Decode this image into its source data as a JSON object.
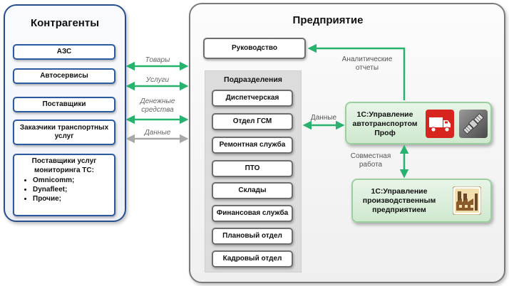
{
  "colors": {
    "left_border": "#274e8c",
    "right_border": "#7a7a7a",
    "green_arrow": "#27b36e",
    "gray_arrow": "#a8a8a8",
    "software_box_fill": "#d7edd7"
  },
  "counterparties": {
    "title": "Контрагенты",
    "items": [
      "АЗС",
      "Автосервисы",
      "Поставщики",
      "Заказчики транспортных услуг"
    ],
    "monitoring": {
      "title": "Поставщики услуг мониторинга ТС:",
      "bullets": [
        "Omnicomm;",
        "Dynafleet;",
        "Прочие;"
      ]
    }
  },
  "flows": {
    "goods": "Товары",
    "services": "Услуги",
    "money": "Денежные средства",
    "data": "Данные"
  },
  "enterprise": {
    "title": "Предприятие",
    "management": "Руководство",
    "divisions_title": "Подразделения",
    "divisions": [
      "Диспетчерская",
      "Отдел ГСМ",
      "Ремонтная служба",
      "ПТО",
      "Склады",
      "Финансовая служба",
      "Плановый отдел",
      "Кадровый отдел"
    ],
    "data_label": "Данные",
    "analytics_label": "Аналитические отчеты",
    "joint_label": "Совместная работа",
    "transport_system": "1С:Управление автотранспортом Проф",
    "production_system": "1С:Управление производственным предприятием",
    "icons": [
      "truck-icon",
      "satellite-icon",
      "factory-icon"
    ]
  }
}
